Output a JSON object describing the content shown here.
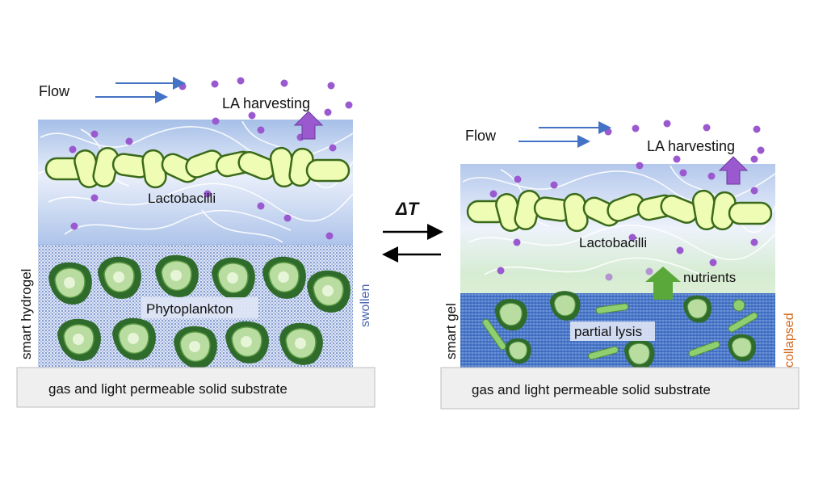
{
  "left_panel": {
    "flow_label": "Flow",
    "harvest_label": "LA harvesting",
    "bacteria_label": "Lactobacilli",
    "plankton_label": "Phytoplankton",
    "side_label": "smart hydrogel",
    "state_label": "swollen",
    "substrate_label": "gas and light permeable solid substrate"
  },
  "right_panel": {
    "flow_label": "Flow",
    "harvest_label": "LA harvesting",
    "bacteria_label": "Lactobacilli",
    "nutrients_label": "nutrients",
    "lysis_label": "partial lysis",
    "side_label": "smart gel",
    "state_label": "collapsed",
    "substrate_label": "gas and light permeable solid substrate"
  },
  "center": {
    "transition_label": "ΔT"
  },
  "colors": {
    "flow_arrow": "#4472c4",
    "metabolite_dot": "#9b59d0",
    "harvest_arrow": "#9b59d0",
    "bacteria_fill": "#eefcb4",
    "bacteria_stroke": "#3a6a1a",
    "cell_dark": "#2f6b2a",
    "cell_light": "#b9dca0",
    "hydrogel_top": "#a9c1e9",
    "swollen_label": "#4a64b0",
    "collapsed_label": "#d2691e",
    "nutrient_arrow": "#5aa83a",
    "substrate_fill": "#efefef"
  }
}
